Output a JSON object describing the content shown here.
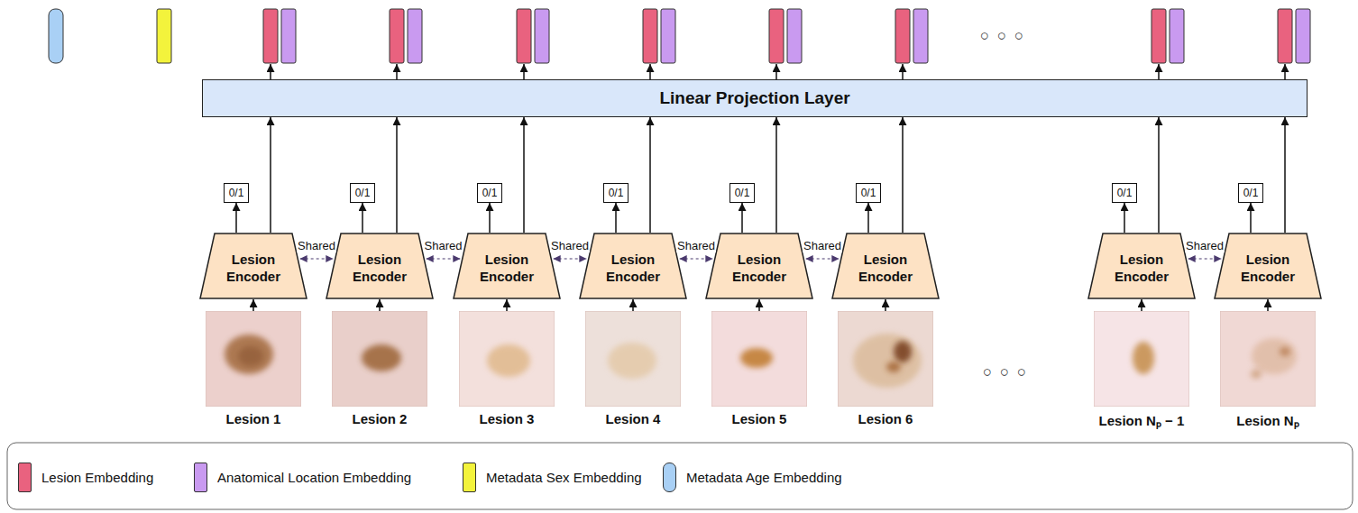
{
  "diagram": {
    "nodes": [
      {
        "text": [
          "Linear Projection Layer"
        ]
      },
      {
        "text": [
          "0/1"
        ]
      },
      {
        "text": [
          "0/1"
        ]
      },
      {
        "text": [
          "0/1"
        ]
      },
      {
        "text": [
          "0/1"
        ]
      },
      {
        "text": [
          "0/1"
        ]
      },
      {
        "text": [
          "0/1"
        ]
      },
      {
        "text": [
          "0/1"
        ]
      },
      {
        "text": [
          "0/1"
        ]
      },
      {
        "text": [
          "Lesion Encoder"
        ]
      },
      {
        "text": [
          "Lesion Encoder"
        ]
      },
      {
        "text": [
          "Lesion Encoder"
        ]
      },
      {
        "text": [
          "Lesion Encoder"
        ]
      },
      {
        "text": [
          "Lesion Encoder"
        ]
      },
      {
        "text": [
          "Lesion Encoder"
        ]
      },
      {
        "text": [
          "Lesion Encoder"
        ]
      },
      {
        "text": [
          "Lesion Encoder"
        ]
      },
      {
        "text": [
          "Lesion 1"
        ]
      },
      {
        "text": [
          "Lesion 2"
        ]
      },
      {
        "text": [
          "Lesion 3"
        ]
      },
      {
        "text": [
          "Lesion 4"
        ]
      },
      {
        "text": [
          "Lesion 5"
        ]
      },
      {
        "text": [
          "Lesion 6"
        ]
      },
      {
        "text": [
          "Lesion Nₚ − 1"
        ]
      },
      {
        "text": [
          "Lesion Nₚ"
        ]
      }
    ],
    "edges": [
      {
        "from": 17,
        "to": 9,
        "arrow": "to"
      },
      {
        "from": 9,
        "to": 1,
        "arrow": "to"
      },
      {
        "from": 9,
        "to": 0,
        "arrow": "to"
      },
      {
        "from": 18,
        "to": 10,
        "arrow": "to"
      },
      {
        "from": 10,
        "to": 2,
        "arrow": "to"
      },
      {
        "from": 10,
        "to": 0,
        "arrow": "to"
      },
      {
        "from": 19,
        "to": 11,
        "arrow": "to"
      },
      {
        "from": 11,
        "to": 3,
        "arrow": "to"
      },
      {
        "from": 11,
        "to": 0,
        "arrow": "to"
      },
      {
        "from": 20,
        "to": 12,
        "arrow": "to"
      },
      {
        "from": 12,
        "to": 4,
        "arrow": "to"
      },
      {
        "from": 12,
        "to": 0,
        "arrow": "to"
      },
      {
        "from": 21,
        "to": 13,
        "arrow": "to"
      },
      {
        "from": 13,
        "to": 5,
        "arrow": "to"
      },
      {
        "from": 13,
        "to": 0,
        "arrow": "to"
      },
      {
        "from": 22,
        "to": 14,
        "arrow": "to"
      },
      {
        "from": 14,
        "to": 6,
        "arrow": "to"
      },
      {
        "from": 14,
        "to": 0,
        "arrow": "to"
      },
      {
        "from": 23,
        "to": 15,
        "arrow": "to"
      },
      {
        "from": 15,
        "to": 7,
        "arrow": "to"
      },
      {
        "from": 15,
        "to": 0,
        "arrow": "to"
      },
      {
        "from": 24,
        "to": 16,
        "arrow": "to"
      },
      {
        "from": 16,
        "to": 8,
        "arrow": "to"
      },
      {
        "from": 16,
        "to": 0,
        "arrow": "to"
      },
      {
        "from": 9,
        "to": 10,
        "label": "Shared",
        "arrow": "both"
      },
      {
        "from": 10,
        "to": 11,
        "label": "Shared",
        "arrow": "both"
      },
      {
        "from": 11,
        "to": 12,
        "label": "Shared",
        "arrow": "both"
      },
      {
        "from": 12,
        "to": 13,
        "label": "Shared",
        "arrow": "both"
      },
      {
        "from": 13,
        "to": 14,
        "label": "Shared",
        "arrow": "both"
      },
      {
        "from": 15,
        "to": 16,
        "label": "Shared",
        "arrow": "both"
      }
    ],
    "labels": [
      "○ ○ ○",
      "○ ○ ○"
    ],
    "legend": [
      {
        "text": "Lesion Embedding",
        "color": "#e9627f"
      },
      {
        "text": "Anatomical Location Embedding",
        "color": "#c99af0"
      },
      {
        "text": "Metadata Sex Embedding",
        "color": "#f3f33c"
      },
      {
        "text": "Metadata Age Embedding",
        "color": "#a9d0f5"
      }
    ]
  }
}
